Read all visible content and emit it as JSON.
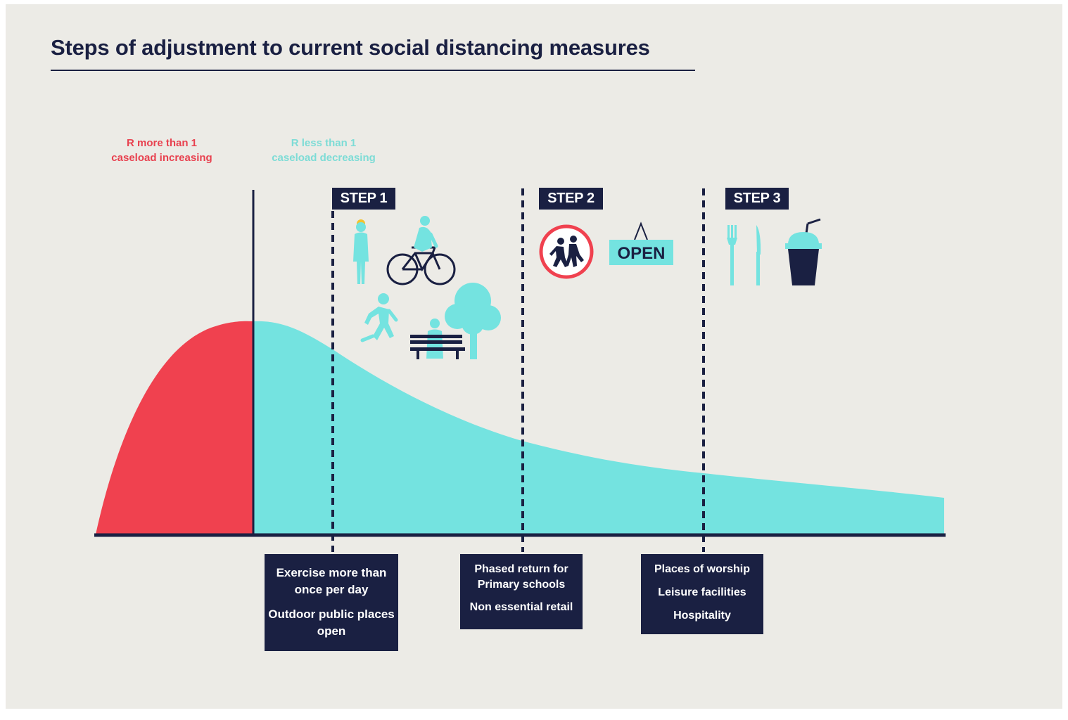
{
  "title": "Steps of adjustment to current social distancing measures",
  "phase_labels": {
    "increasing": {
      "line1": "R more than 1",
      "line2": "caseload increasing"
    },
    "decreasing": {
      "line1": "R less than 1",
      "line2": "caseload decreasing"
    }
  },
  "steps": [
    {
      "label": "STEP 1",
      "measures": [
        "Exercise more than once per day",
        "Outdoor public places open"
      ],
      "icons": [
        "person-icon",
        "cyclist-icon",
        "runner-icon",
        "bench-icon",
        "tree-icon"
      ]
    },
    {
      "label": "STEP 2",
      "measures": [
        "Phased return for Primary schools",
        "Non essential retail"
      ],
      "icons": [
        "school-sign-icon",
        "open-sign-icon"
      ]
    },
    {
      "label": "STEP 3",
      "measures": [
        "Places of worship",
        "Leisure facilities",
        "Hospitality"
      ],
      "icons": [
        "fork-icon",
        "knife-icon",
        "drink-cup-icon"
      ]
    }
  ],
  "open_sign_text": "OPEN",
  "colors": {
    "navy": "#1a2042",
    "red": "#f0414f",
    "teal": "#74e3e0",
    "background": "#ecebe6"
  }
}
